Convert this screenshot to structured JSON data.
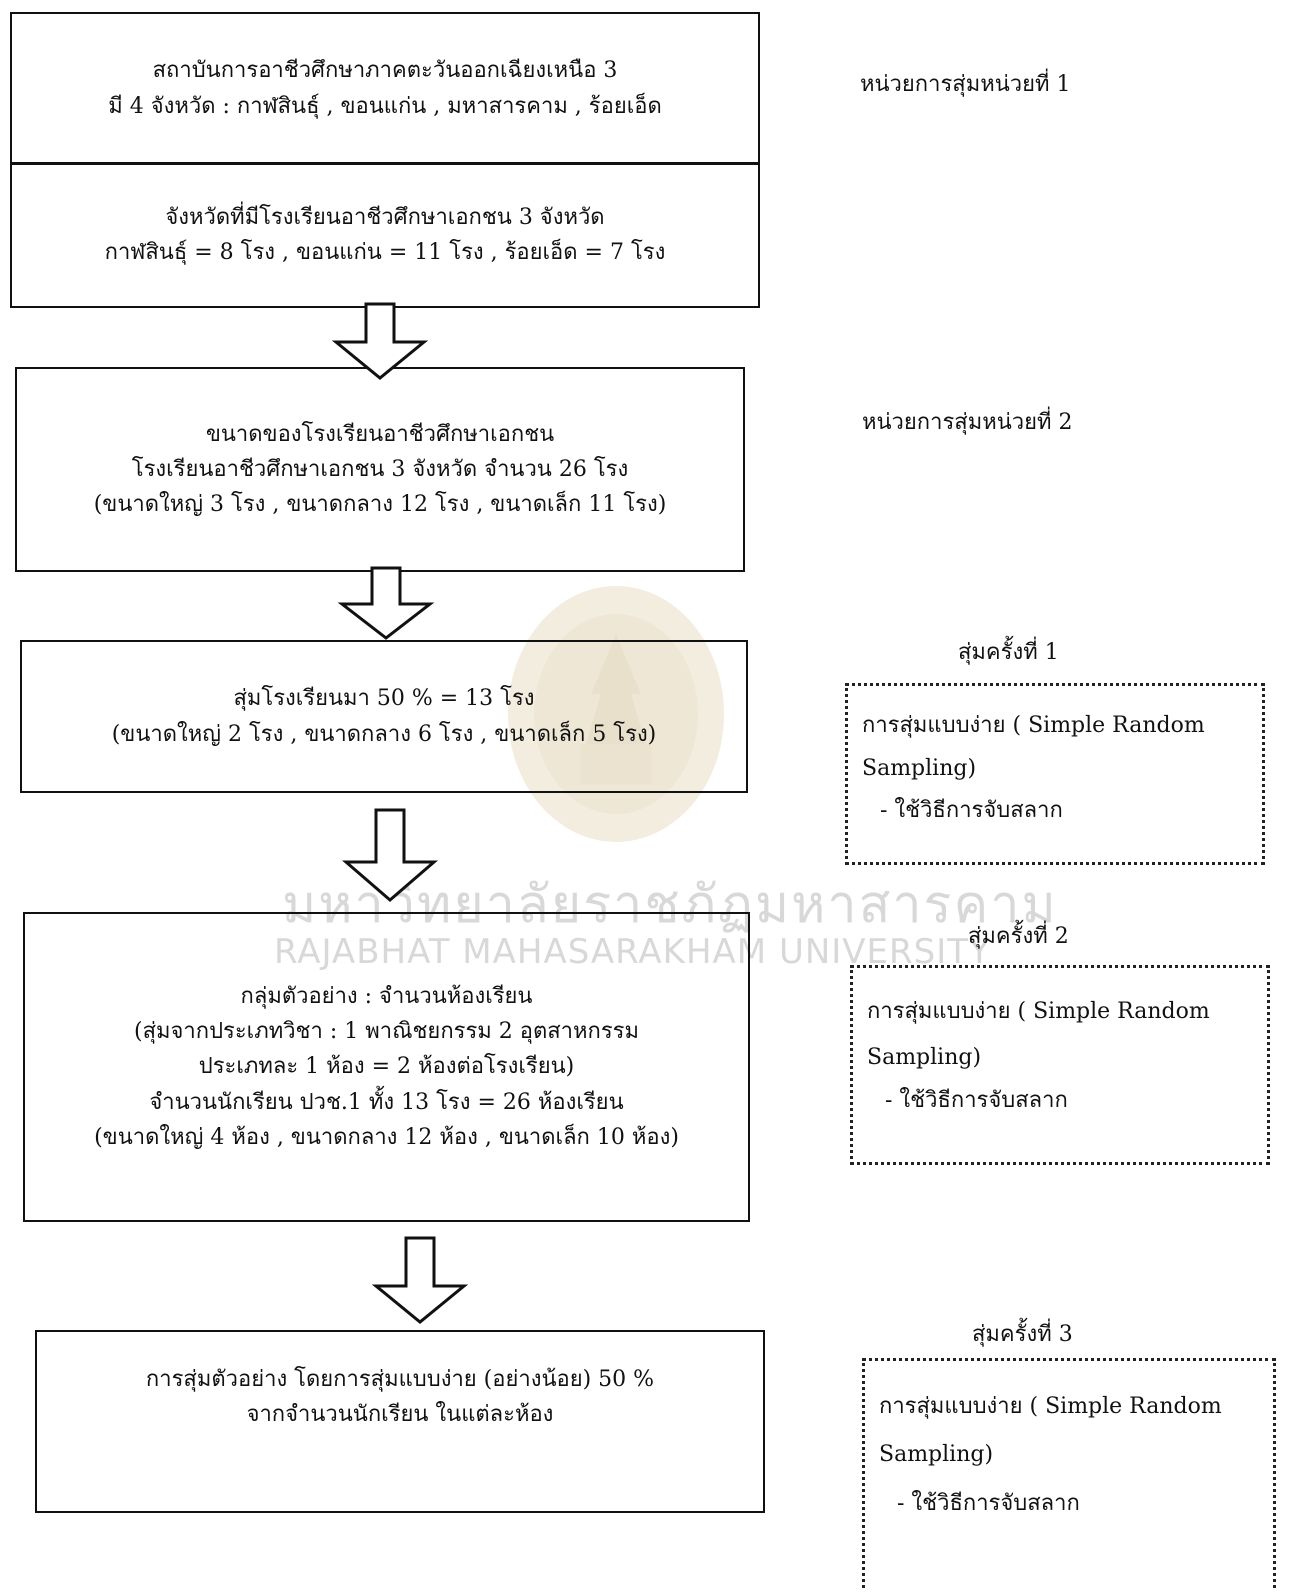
{
  "flow": {
    "box1": {
      "line1": "สถาบันการอาชีวศึกษาภาคตะวันออกเฉียงเหนือ 3",
      "line2": "มี 4  จังหวัด : กาฬสินธุ์ , ขอนแก่น , มหาสารคาม , ร้อยเอ็ด"
    },
    "box2": {
      "line1": "จังหวัดที่มีโรงเรียนอาชีวศึกษาเอกชน 3 จังหวัด",
      "line2": "กาฬสินธุ์  = 8 โรง , ขอนแก่น =  11  โรง , ร้อยเอ็ด = 7 โรง"
    },
    "box3": {
      "line1": "ขนาดของโรงเรียนอาชีวศึกษาเอกชน",
      "line2": "โรงเรียนอาชีวศึกษาเอกชน 3 จังหวัด จำนวน 26 โรง",
      "line3": "(ขนาดใหญ่  3 โรง , ขนาดกลาง 12 โรง , ขนาดเล็ก 11 โรง)"
    },
    "box4": {
      "line1": "สุ่มโรงเรียนมา 50 %  = 13  โรง",
      "line2": "(ขนาดใหญ่  2 โรง ,  ขนาดกลาง 6 โรง ,  ขนาดเล็ก 5 โรง)"
    },
    "box5": {
      "line1": "กลุ่มตัวอย่าง : จำนวนห้องเรียน",
      "line2": "(สุ่มจากประเภทวิชา : 1 พาณิชยกรรม 2 อุตสาหกรรม",
      "line3": "ประเภทละ 1 ห้อง = 2 ห้องต่อโรงเรียน)",
      "line4": "จำนวนนักเรียน ปวช.1 ทั้ง 13 โรง = 26 ห้องเรียน",
      "line5": "(ขนาดใหญ่ 4 ห้อง , ขนาดกลาง 12 ห้อง , ขนาดเล็ก 10 ห้อง)"
    },
    "box6": {
      "line1": "การสุ่มตัวอย่าง โดยการสุ่มแบบง่าย (อย่างน้อย) 50 %",
      "line2": "จากจำนวนนักเรียน ในแต่ละห้อง"
    }
  },
  "side": {
    "unit1": "หน่วยการสุ่มหน่วยที่  1",
    "unit2": "หน่วยการสุ่มหน่วยที่ 2",
    "round1": "สุ่มครั้งที่ 1",
    "round2": "สุ่มครั้งที่ 2",
    "round3": "สุ่มครั้งที่ 3",
    "method": {
      "line1": "การสุ่มแบบง่าย ( Simple Random",
      "line2": "Sampling)",
      "line3": "- ใช้วิธีการจับสลาก"
    }
  },
  "watermark": {
    "thai": "มหาวิทยาลัยราชภัฏมหาสารคาม",
    "english": "RAJABHAT MAHASARAKHAM UNIVERSITY"
  }
}
